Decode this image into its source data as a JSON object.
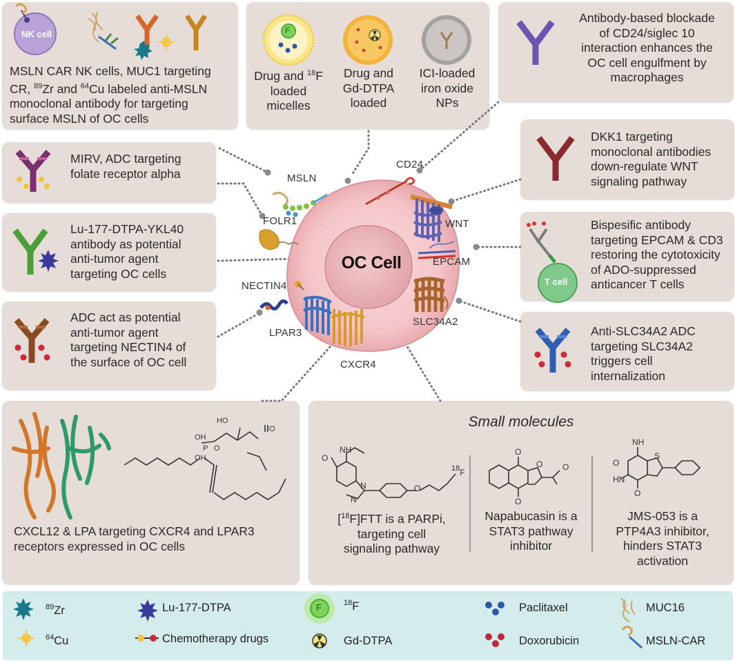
{
  "cell": {
    "label": "OC Cell"
  },
  "receptors": {
    "msln": "MSLN",
    "cd24": "CD24",
    "folr1": "FOLR1",
    "wnt": "WNT",
    "epcam": "EPCAM",
    "nectin4": "NECTIN4",
    "slc34a2": "SLC34A2",
    "lpar3": "LPAR3",
    "cxcr4": "CXCR4"
  },
  "boxes": {
    "msln": {
      "nk_label": "NK cell",
      "line1": "MSLN CAR NK cells, MUC1 targeting",
      "line2_pre": "CR, ",
      "sup1": "89",
      "line2_mid": "Zr and ",
      "sup2": "64",
      "line2_post": "Cu labeled anti-MSLN",
      "line3": "monoclonal antibody for targeting",
      "line4": "surface MSLN of OC cells"
    },
    "nanoparticles": {
      "f_label": "F",
      "item1_line1": "Drug and ",
      "item1_sup": "18",
      "item1_f": "F",
      "item1_line2": "loaded",
      "item1_line3": "micelles",
      "item2_line1": "Drug and",
      "item2_line2": "Gd-DTPA",
      "item2_line3": "loaded",
      "item3_line1": "ICI-loaded",
      "item3_line2": "iron oxide",
      "item3_line3": "NPs"
    },
    "cd24": {
      "lines": [
        "Antibody-based blockade",
        "of CD24/siglec 10",
        "interaction enhances the",
        "OC cell engulfment by",
        "macrophages"
      ]
    },
    "folr1": {
      "lines": [
        "MIRV, ADC targeting",
        "folate receptor alpha"
      ]
    },
    "wnt": {
      "lines": [
        "DKK1 targeting",
        "monoclonal antibodies",
        "down-regulate WNT",
        "signaling pathway"
      ]
    },
    "lu177": {
      "lines": [
        "Lu-177-DTPA-YKL40",
        "antibody as potential",
        "anti-tumor agent",
        "targeting OC cells"
      ]
    },
    "epcam": {
      "t_label": "T cell",
      "lines": [
        "Bispesific antibody",
        "targeting EPCAM & CD3",
        "restoring the cytotoxicity",
        "of ADO-suppressed",
        "anticancer T cells"
      ]
    },
    "nectin4": {
      "lines": [
        "ADC act as potential",
        "anti-tumor agent",
        "targeting NECTIN4 of",
        "the surface of OC cell"
      ]
    },
    "slc34a2": {
      "lines": [
        "Anti-SLC34A2 ADC",
        "targeting SLC34A2",
        "triggers cell",
        "internalization"
      ]
    },
    "cxcr4": {
      "lines": [
        "CXCL12 & LPA targeting CXCR4 and LPAR3",
        "receptors expressed in OC cells"
      ]
    },
    "small": {
      "title": "Small molecules",
      "fttl1_pre": "[",
      "fttl1_sup": "18",
      "fttl1_post": "F]FTT is a PARPi,",
      "fttl2": "targeting cell",
      "fttl3": "signaling pathway",
      "nap": [
        "Napabucasin is a",
        "STAT3 pathway",
        "inhibitor"
      ],
      "jms": [
        "JMS-053 is a",
        "PTP4A3 inhibitor,",
        "hinders STAT3",
        "activation"
      ],
      "chem": {
        "nh": "NH",
        "o": "O",
        "n": "N",
        "f18": "18",
        "f": "F",
        "s": "S",
        "hn": "HN",
        "p": "P",
        "oh": "OH",
        "ho": "HO"
      }
    }
  },
  "legend": {
    "zr_sup": "89",
    "zr": "Zr",
    "cu_sup": "64",
    "cu": "Cu",
    "lu": "Lu-177-DTPA",
    "chemo": "Chemotherapy drugs",
    "f_sup": "18",
    "f": "F",
    "f_icon": "F",
    "gd": "Gd-DTPA",
    "paclitaxel": "Paclitaxel",
    "doxorubicin": "Doxorubicin",
    "muc16": "MUC16",
    "mslncar": "MSLN-CAR"
  },
  "colors": {
    "box": "#e6dcd8",
    "legend": "#d5ecec",
    "cell": "#f6c9cc"
  }
}
